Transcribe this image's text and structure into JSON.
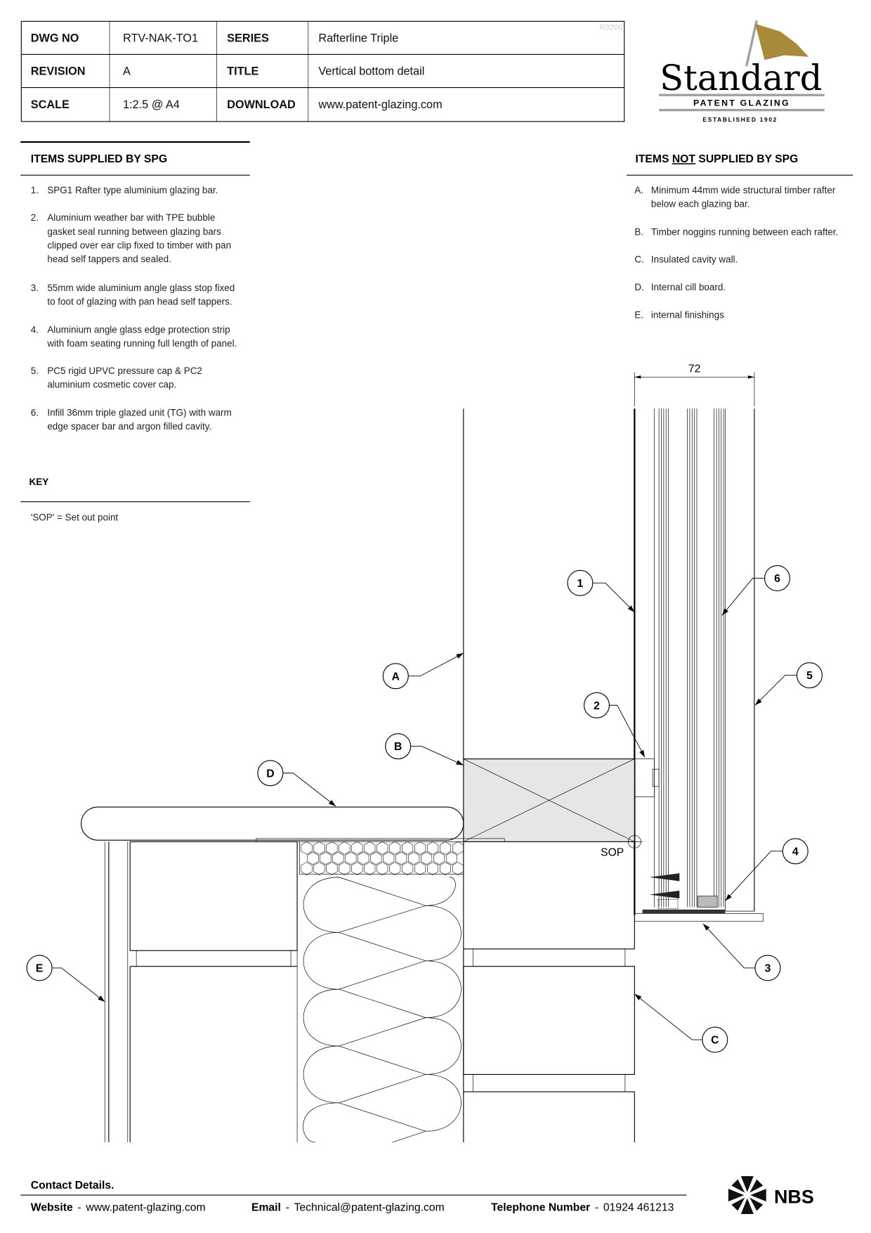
{
  "title_block": {
    "dwg_no_label": "DWG NO",
    "dwg_no": "RTV-NAK-TO1",
    "series_label": "SERIES",
    "series": "Rafterline Triple",
    "revision_label": "REVISION",
    "revision": "A",
    "title_label": "TITLE",
    "title": "Vertical bottom detail",
    "scale_label": "SCALE",
    "scale": "1:2.5 @ A4",
    "download_label": "DOWNLOAD",
    "download": "www.patent-glazing.com",
    "ref": "R3200"
  },
  "logo": {
    "name": "Standard",
    "sub": "PATENT GLAZING",
    "est": "ESTABLISHED 1902",
    "gold": "#a88a3a",
    "grey": "#9aa3a0"
  },
  "supplied": {
    "heading": "ITEMS SUPPLIED BY SPG",
    "items": [
      {
        "num": "1.",
        "lines": [
          "SPG1 Rafter type aluminium glazing bar."
        ]
      },
      {
        "num": "2.",
        "lines": [
          "Aluminium weather bar with TPE bubble",
          "gasket seal running between glazing bars",
          "clipped over ear clip fixed to timber with pan",
          "head self tappers and sealed."
        ]
      },
      {
        "num": "3.",
        "lines": [
          "55mm wide aluminium angle glass stop fixed",
          "to foot of glazing with pan head self tappers."
        ]
      },
      {
        "num": "4.",
        "lines": [
          "Aluminium angle glass edge protection strip",
          "with foam seating running full length of panel."
        ]
      },
      {
        "num": "5.",
        "lines": [
          "PC5 rigid UPVC pressure cap & PC2",
          "aluminium cosmetic cover cap."
        ]
      },
      {
        "num": "6.",
        "lines": [
          "Infill 36mm triple glazed unit (TG) with warm",
          "edge spacer bar and argon filled cavity."
        ]
      }
    ]
  },
  "key": {
    "heading": "KEY",
    "text": "'SOP' = Set out point"
  },
  "not_supplied": {
    "heading_pre": "ITEMS ",
    "heading_not": "NOT",
    "heading_post": " SUPPLIED BY SPG",
    "items": [
      {
        "num": "A.",
        "lines": [
          "Minimum 44mm wide structural timber rafter",
          "below each glazing bar."
        ]
      },
      {
        "num": "B.",
        "lines": [
          "Timber noggins running between each rafter."
        ]
      },
      {
        "num": "C.",
        "lines": [
          "Insulated cavity wall."
        ]
      },
      {
        "num": "D.",
        "lines": [
          "Internal cill board."
        ]
      },
      {
        "num": "E.",
        "lines": [
          "internal finishings"
        ]
      }
    ]
  },
  "drawing": {
    "dimension": "72",
    "sop": "SOP",
    "callouts": {
      "c1": "1",
      "c2": "2",
      "c3": "3",
      "c4": "4",
      "c5": "5",
      "c6": "6",
      "cA": "A",
      "cB": "B",
      "cC": "C",
      "cD": "D",
      "cE": "E"
    }
  },
  "footer": {
    "contact": "Contact Details.",
    "website_label": "Website",
    "website": "www.patent-glazing.com",
    "email_label": "Email",
    "email": "Technical@patent-glazing.com",
    "phone_label": "Telephone Number",
    "phone": "01924 461213",
    "sep": "-",
    "nbs": "NBS"
  }
}
